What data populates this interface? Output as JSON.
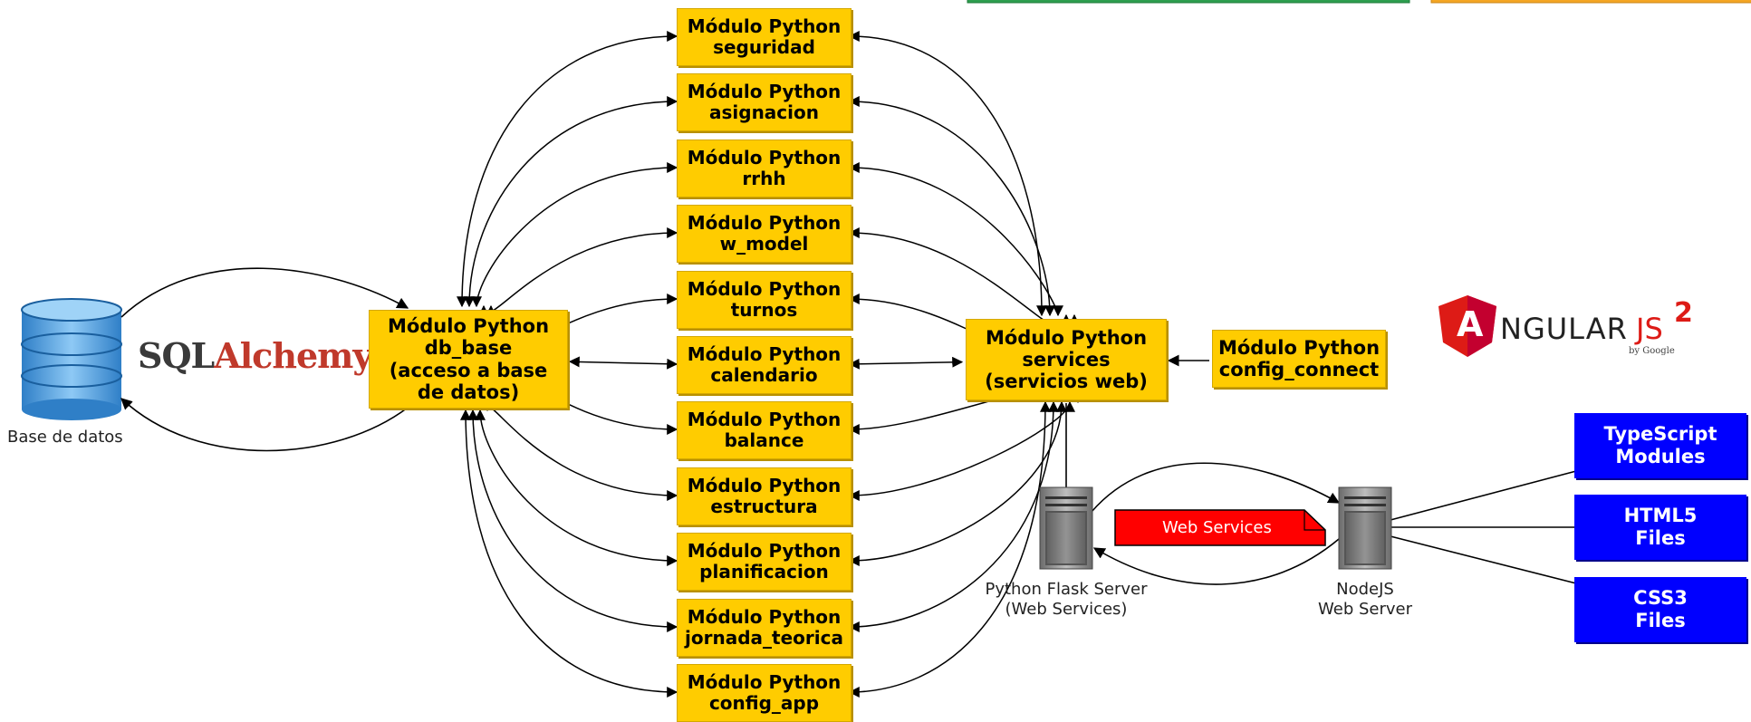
{
  "diagram": {
    "database_label": "Base de datos",
    "sqlalchemy": {
      "part1": "SQL",
      "part2": "Alchemy"
    },
    "db_base": {
      "l1": "Módulo Python",
      "l2": "db_base",
      "l3": "(acceso a base",
      "l4": "de datos)"
    },
    "modules": [
      {
        "l1": "Módulo Python",
        "l2": "seguridad"
      },
      {
        "l1": "Módulo Python",
        "l2": "asignacion"
      },
      {
        "l1": "Módulo Python",
        "l2": "rrhh"
      },
      {
        "l1": "Módulo Python",
        "l2": "w_model"
      },
      {
        "l1": "Módulo Python",
        "l2": "turnos"
      },
      {
        "l1": "Módulo Python",
        "l2": "calendario"
      },
      {
        "l1": "Módulo Python",
        "l2": "balance"
      },
      {
        "l1": "Módulo Python",
        "l2": "estructura"
      },
      {
        "l1": "Módulo Python",
        "l2": "planificacion"
      },
      {
        "l1": "Módulo Python",
        "l2": "jornada_teorica"
      },
      {
        "l1": "Módulo Python",
        "l2": "config_app"
      }
    ],
    "services": {
      "l1": "Módulo Python",
      "l2": "services",
      "l3": "(servicios web)"
    },
    "config_connect": {
      "l1": "Módulo Python",
      "l2": "config_connect"
    },
    "flask_server": {
      "l1": "Python Flask Server",
      "l2": "(Web Services)"
    },
    "node_server": {
      "l1": "NodeJS",
      "l2": "Web Server"
    },
    "web_services_label": "Web Services",
    "angular": {
      "a": "A",
      "rest": "NGULAR",
      "js": "JS",
      "version": "2",
      "by": "by Google"
    },
    "frontend_files": [
      {
        "l1": "TypeScript",
        "l2": "Modules"
      },
      {
        "l1": "HTML5",
        "l2": "Files"
      },
      {
        "l1": "CSS3",
        "l2": "Files"
      }
    ],
    "colors": {
      "module_fill": "#ffcc00",
      "frontend_fill": "#0000ff",
      "web_services_fill": "#ff0000",
      "top_bar_green": "#2e9e4f",
      "top_bar_orange": "#f5a623",
      "angular_red": "#dd1b16"
    }
  }
}
